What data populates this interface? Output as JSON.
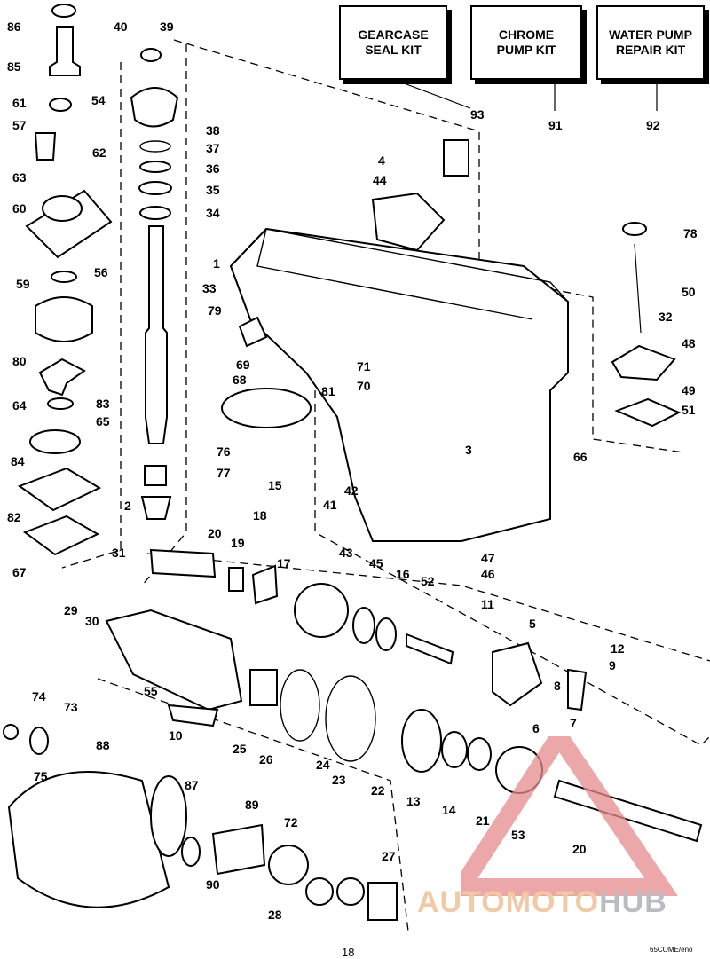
{
  "kits": [
    {
      "label": "GEARCASE\nSEAL KIT",
      "ref": "93"
    },
    {
      "label": "CHROME\nPUMP KIT",
      "ref": "91"
    },
    {
      "label": "WATER PUMP\nREPAIR KIT",
      "ref": "92"
    }
  ],
  "page_number": "18",
  "figure_code": "65COME/eno",
  "watermark": {
    "part1": "AUTO",
    "part2": "MOTO",
    "part3": "HUB"
  },
  "callouts": [
    "86",
    "85",
    "40",
    "39",
    "54",
    "61",
    "57",
    "62",
    "63",
    "60",
    "59",
    "56",
    "80",
    "64",
    "83",
    "65",
    "84",
    "82",
    "67",
    "38",
    "37",
    "36",
    "35",
    "34",
    "33",
    "79",
    "69",
    "68",
    "81",
    "71",
    "70",
    "76",
    "77",
    "2",
    "31",
    "15",
    "18",
    "20",
    "19",
    "17",
    "29",
    "30",
    "74",
    "73",
    "75",
    "88",
    "87",
    "89",
    "90",
    "72",
    "28",
    "27",
    "55",
    "10",
    "25",
    "26",
    "24",
    "23",
    "22",
    "13",
    "14",
    "21",
    "53",
    "20",
    "16",
    "52",
    "11",
    "43",
    "45",
    "5",
    "12",
    "9",
    "8",
    "7",
    "6",
    "4",
    "44",
    "1",
    "78",
    "50",
    "32",
    "48",
    "49",
    "51",
    "66",
    "3",
    "42",
    "41",
    "47",
    "46",
    "93",
    "91",
    "92"
  ]
}
